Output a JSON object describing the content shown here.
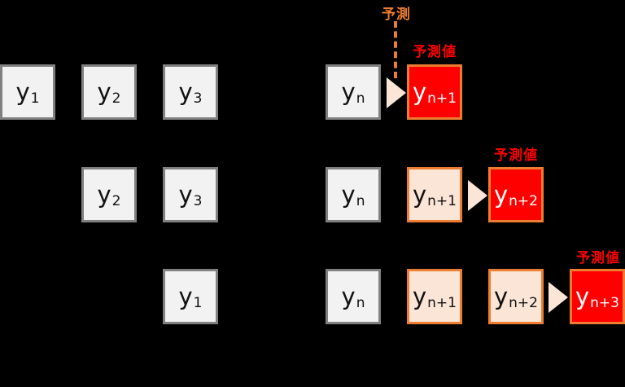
{
  "diagram": {
    "description_labels": {
      "prediction": "予測",
      "predicted_value": "予測値"
    },
    "colors": {
      "background": "#000000",
      "observed_box_fill": "#F2F2F2",
      "observed_box_border": "#808080",
      "fed_back_box_fill": "#FBE5D6",
      "fed_back_box_border": "#ED7D31",
      "predicted_box_fill": "#FF0000",
      "predicted_box_border": "#ED7D31",
      "arrow_fill": "#FBE5D6",
      "prediction_label_text": "#ED7D31",
      "predicted_value_label_text": "#FF0000"
    },
    "rows": [
      {
        "boxes": [
          {
            "main": "y",
            "sub": "1"
          },
          {
            "main": "y",
            "sub": "2"
          },
          {
            "main": "y",
            "sub": "3"
          },
          {
            "main": "y",
            "sub": "n"
          },
          {
            "main": "y",
            "sub": "n+1"
          }
        ]
      },
      {
        "boxes": [
          {
            "main": "y",
            "sub": "2"
          },
          {
            "main": "y",
            "sub": "3"
          },
          {
            "main": "y",
            "sub": "n"
          },
          {
            "main": "y",
            "sub": "n+1"
          },
          {
            "main": "y",
            "sub": "n+2"
          }
        ]
      },
      {
        "boxes": [
          {
            "main": "y",
            "sub": "1"
          },
          {
            "main": "y",
            "sub": "n"
          },
          {
            "main": "y",
            "sub": "n+1"
          },
          {
            "main": "y",
            "sub": "n+2"
          },
          {
            "main": "y",
            "sub": "n+3"
          }
        ]
      }
    ]
  }
}
